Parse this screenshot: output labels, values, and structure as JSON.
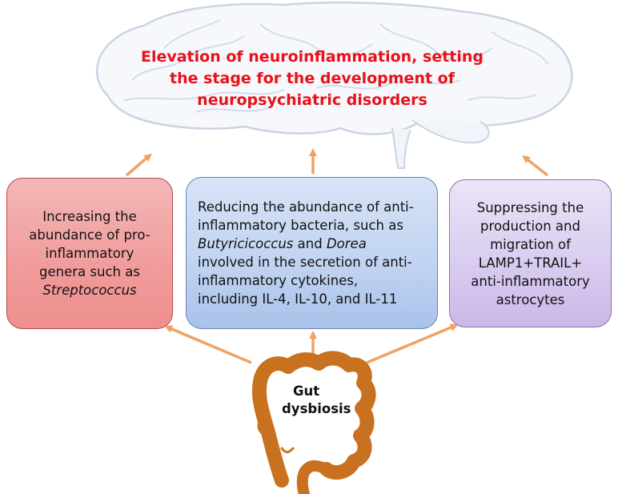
{
  "title": {
    "line1": "Elevation of neuroinflammation, setting",
    "line2": "the stage for the development of",
    "line3": "neuropsychiatric disorders"
  },
  "box_left": {
    "line1": "Increasing  the",
    "line2": "abundance of  pro-",
    "line3": "inflammatory",
    "line4": "genera such as",
    "line5": "Streptococcus"
  },
  "box_middle": {
    "line1": "Reducing the abundance of anti-",
    "line2": "inflammatory bacteria, such as",
    "line3a": "Butyricicoccus",
    "line3b": " and ",
    "line3c": "Dorea",
    "line4": "involved in the secretion of anti-",
    "line5": "inflammatory cytokines,",
    "line6": "including IL-4, IL-10,  and IL-11"
  },
  "box_right": {
    "line1": "Suppressing the",
    "line2": "production and",
    "line3": "migration of",
    "line4": "LAMP1+TRAIL+",
    "line5": "anti-inflammatory",
    "line6": "astrocytes"
  },
  "gut": {
    "line1": "Gut",
    "line2": "dysbiosis"
  },
  "colors": {
    "title": "#e8111b",
    "arrow": "#f0a262",
    "gut": "#c8711f",
    "brain": "#c9d4e4"
  }
}
